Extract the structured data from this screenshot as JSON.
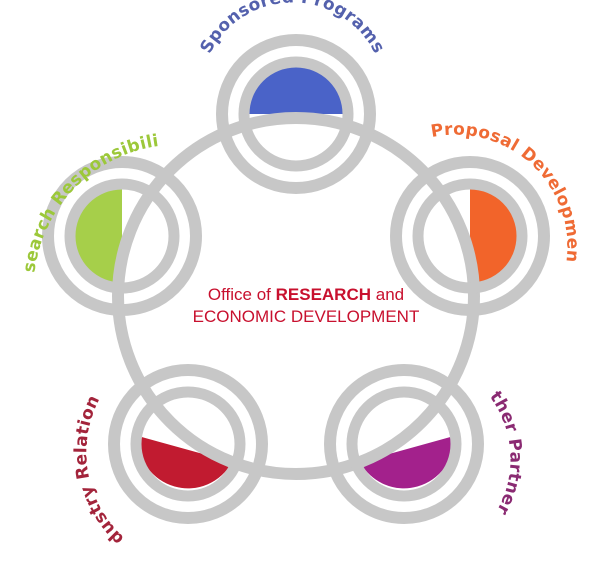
{
  "center": {
    "line1_prefix": "Office of ",
    "line1_strong": "RESEARCH",
    "line1_suffix": " and",
    "line2": "ECONOMIC DEVELOPMENT",
    "prefix_color": "#c8102e",
    "strong_color": "#c8102e"
  },
  "ring_color": "#c7c7c7",
  "nodes": [
    {
      "id": "sponsored-programs",
      "label": "Sponsored Programs",
      "color": "#5461ad",
      "fill": "#4a63c8"
    },
    {
      "id": "proposal-development",
      "label": "Proposal Development",
      "color": "#ef6b35",
      "fill": "#f2642a"
    },
    {
      "id": "other-partners",
      "label": "Other Partners",
      "color": "#8a2a72",
      "fill": "#a3218c"
    },
    {
      "id": "industry-relations",
      "label": "Industry Relations",
      "color": "#a3243b",
      "fill": "#c11b30"
    },
    {
      "id": "research-responsibility",
      "label": "Research Responsibility",
      "color": "#9cc83a",
      "fill": "#a6cf4a"
    }
  ]
}
